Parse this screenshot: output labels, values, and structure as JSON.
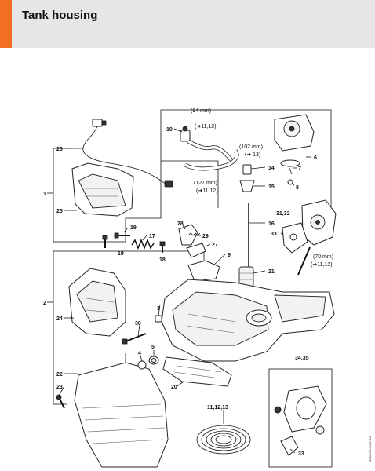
{
  "header": {
    "title": "Tank housing",
    "accent_color": "#f36f21",
    "band_color": "#e6e6e6"
  },
  "labels": {
    "l26": "26",
    "l1": "1",
    "l25": "25",
    "l2": "2",
    "l24": "24",
    "l22": "22",
    "l23": "23",
    "l10": "10",
    "dim94": "(94 mm)",
    "ref94": "(➜11,12)",
    "dim102": "(102 mm)",
    "ref102": "(➜ 13)",
    "dim127": "(127 mm)",
    "ref127": "(➜11,12)",
    "l14": "14",
    "l15": "15",
    "l16": "16",
    "l21": "21",
    "l9": "9",
    "l6": "6",
    "l7": "7",
    "l8": "8",
    "l3132": "31,32",
    "l33a": "33",
    "dim70": "(70 mm)",
    "ref70": "(➜11,12)",
    "l28": "28",
    "l29": "29",
    "l27": "27",
    "l19a": "19",
    "l17": "17",
    "l18": "18",
    "l19b": "19",
    "l3": "3",
    "l30": "30",
    "l4": "4",
    "l5": "5",
    "l20": "20",
    "l3435": "34,35",
    "l111213": "11,12,13",
    "l33b": "33"
  },
  "side_code": "0203-RA-0007-A4"
}
